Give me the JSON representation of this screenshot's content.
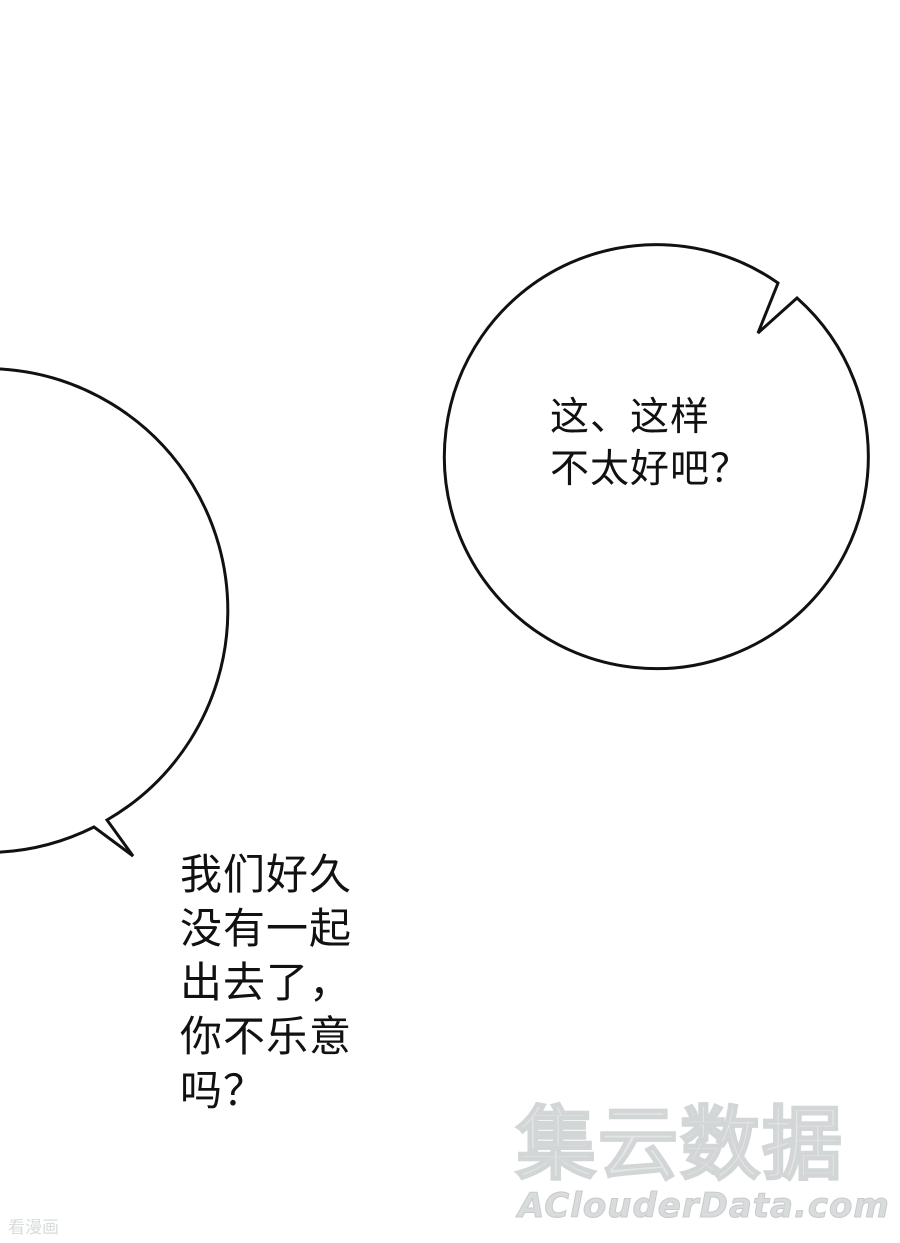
{
  "panel": {
    "background": "#ffffff",
    "bubble_stroke": "#111111"
  },
  "bubbles": [
    {
      "lines": [
        "这、这样",
        "不太好吧？"
      ]
    },
    {
      "lines": [
        "我们好久",
        "没有一起",
        "出去了，",
        "你不乐意",
        "吗？"
      ]
    }
  ],
  "watermark": {
    "main": "集云数据",
    "url": "AClouderData.com"
  },
  "corner_logo": "看漫画"
}
